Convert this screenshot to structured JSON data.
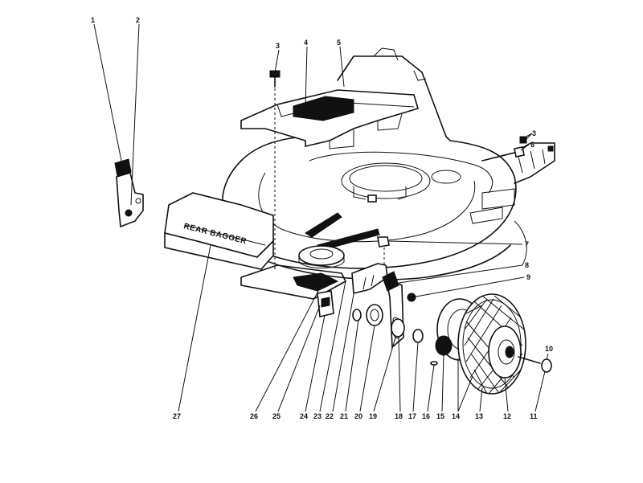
{
  "brand_label": "REAR BAGGER",
  "callouts": [
    "1",
    "2",
    "3",
    "4",
    "5",
    "3",
    "6",
    "7",
    "8",
    "9",
    "10",
    "11",
    "12",
    "13",
    "14",
    "15",
    "16",
    "17",
    "18",
    "19",
    "20",
    "21",
    "22",
    "23",
    "24",
    "25",
    "26",
    "27"
  ]
}
